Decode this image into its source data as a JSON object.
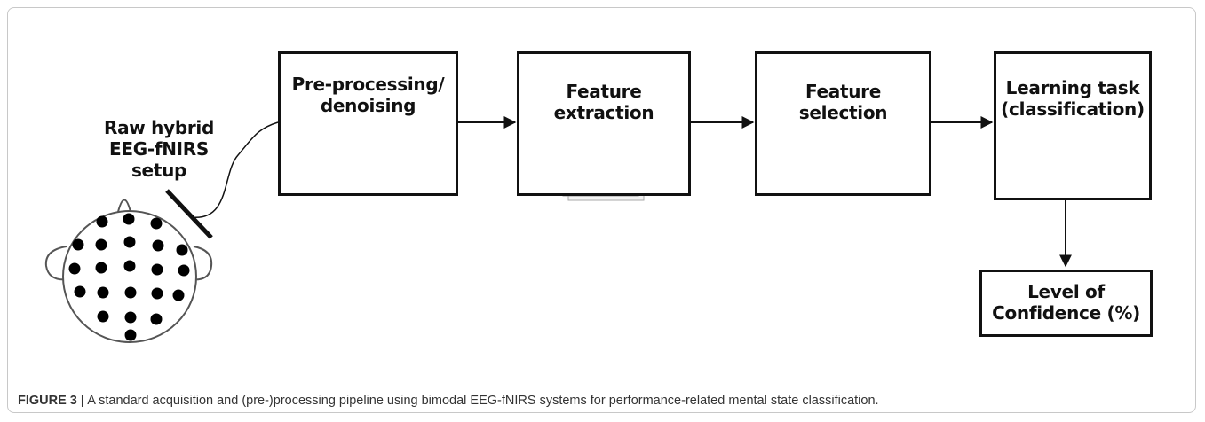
{
  "diagram": {
    "source_label": [
      "Raw hybrid",
      "EEG-fNIRS",
      "setup"
    ],
    "stages": [
      {
        "label": [
          "Pre-processing/",
          "denoising"
        ]
      },
      {
        "label": [
          "Feature",
          "extraction"
        ]
      },
      {
        "label": [
          "Feature",
          "selection"
        ]
      },
      {
        "label": [
          "Learning task",
          "(classification)"
        ]
      }
    ],
    "output_label": [
      "Level of",
      "Confidence (%)"
    ],
    "icons": {
      "stage1": "eeg-waveform-icon",
      "stage2": "feature-matrix-icon",
      "stage3": "selected-features-icon",
      "stage4": "scatter-classification-icon",
      "source": "head-electrodes-icon"
    },
    "colors": {
      "stroke": "#111111",
      "matrix_green": "#3cb44b",
      "light_green": "#cfe8c7",
      "feature_blue": "#3a5fa8",
      "scatter_red": "#e07a7a",
      "scatter_green": "#6cc46c"
    }
  },
  "caption": {
    "prefix": "FIGURE 3 |",
    "text": " A standard acquisition and (pre-)processing pipeline using bimodal EEG-fNIRS systems for performance-related mental state classification."
  }
}
